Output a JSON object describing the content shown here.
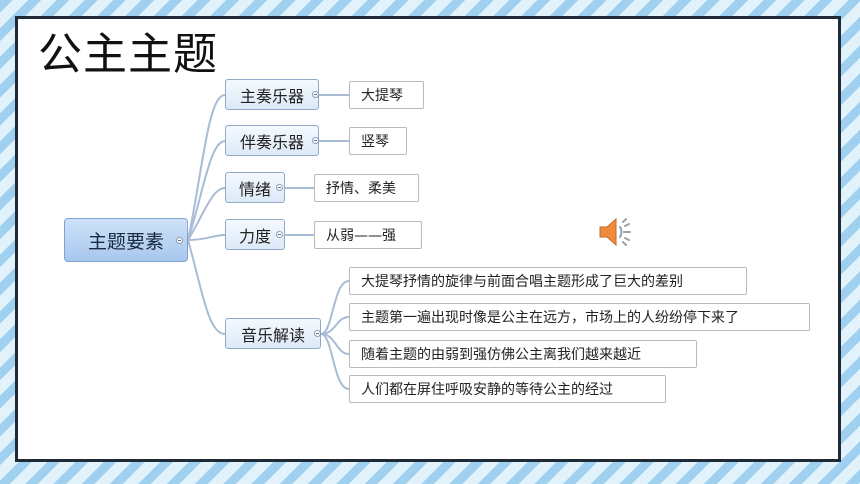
{
  "slide": {
    "title": "公主主题",
    "mindmap": {
      "root": "主题要素",
      "branches": [
        {
          "label": "主奏乐器",
          "children": [
            "大提琴"
          ]
        },
        {
          "label": "伴奏乐器",
          "children": [
            "竖琴"
          ]
        },
        {
          "label": "情绪",
          "children": [
            "抒情、柔美"
          ]
        },
        {
          "label": "力度",
          "children": [
            "从弱——强"
          ]
        },
        {
          "label": "音乐解读",
          "children": [
            "大提琴抒情的旋律与前面合唱主题形成了巨大的差别",
            "主题第一遍出现时像是公主在远方，市场上的人纷纷停下来了",
            "随着主题的由弱到强仿佛公主离我们越来越近",
            "人们都在屏住呼吸安静的等待公主的经过"
          ]
        }
      ]
    },
    "audio_icon": "speaker-volume-icon"
  },
  "colors": {
    "connector": "#a9bcd6",
    "root_fill": "#b6d1f2",
    "branch_fill": "#e8f0fa",
    "frame": "#1e2a35",
    "speaker": "#f08a3c"
  }
}
